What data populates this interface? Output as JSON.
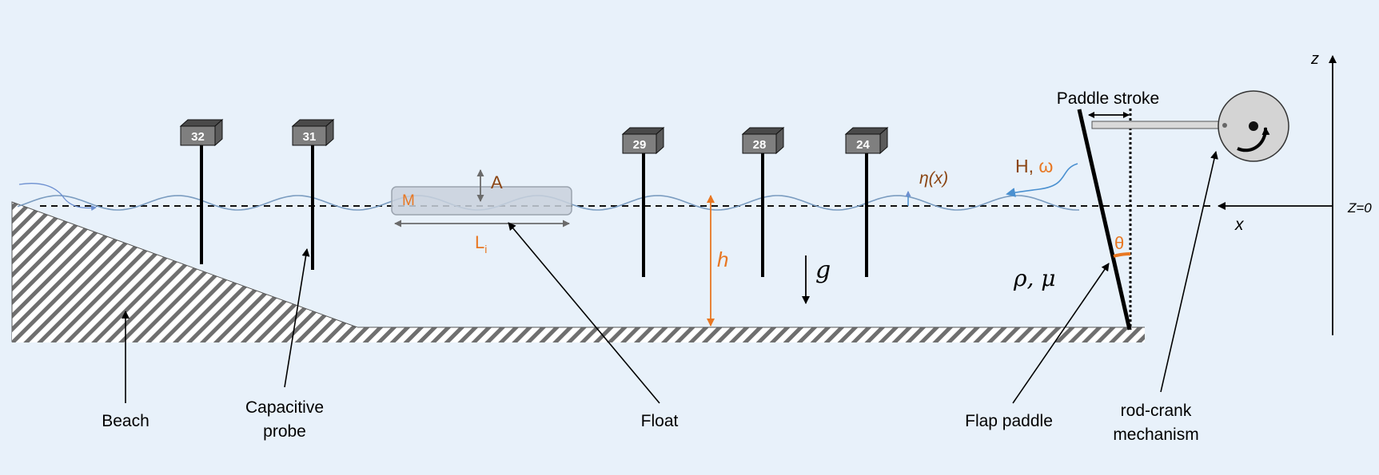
{
  "labels": {
    "beach": "Beach",
    "capacitive_probe_line1": "Capacitive",
    "capacitive_probe_line2": "probe",
    "float": "Float",
    "flap_paddle": "Flap paddle",
    "rod_crank_line1": "rod-crank",
    "rod_crank_line2": "mechanism",
    "paddle_stroke": "Paddle stroke"
  },
  "symbols": {
    "mass": "M",
    "amplitude": "A",
    "length_main": "L",
    "length_sub": "i",
    "depth": "h",
    "gravity": "g",
    "eta": "η(x)",
    "wave_height": "H",
    "omega": "ω",
    "rho_mu": "ρ, μ",
    "theta": "θ",
    "z_axis": "z",
    "x_axis": "x",
    "z_zero": "Z=0"
  },
  "probes": [
    "32",
    "31",
    "29",
    "28",
    "24"
  ],
  "colors": {
    "background": "#e8f1fa",
    "orange": "#e87722",
    "brown": "#8b4513",
    "blue": "#4a90d0",
    "float_fill": "#c9d1dc",
    "probe_box": "#7f7f7f"
  }
}
